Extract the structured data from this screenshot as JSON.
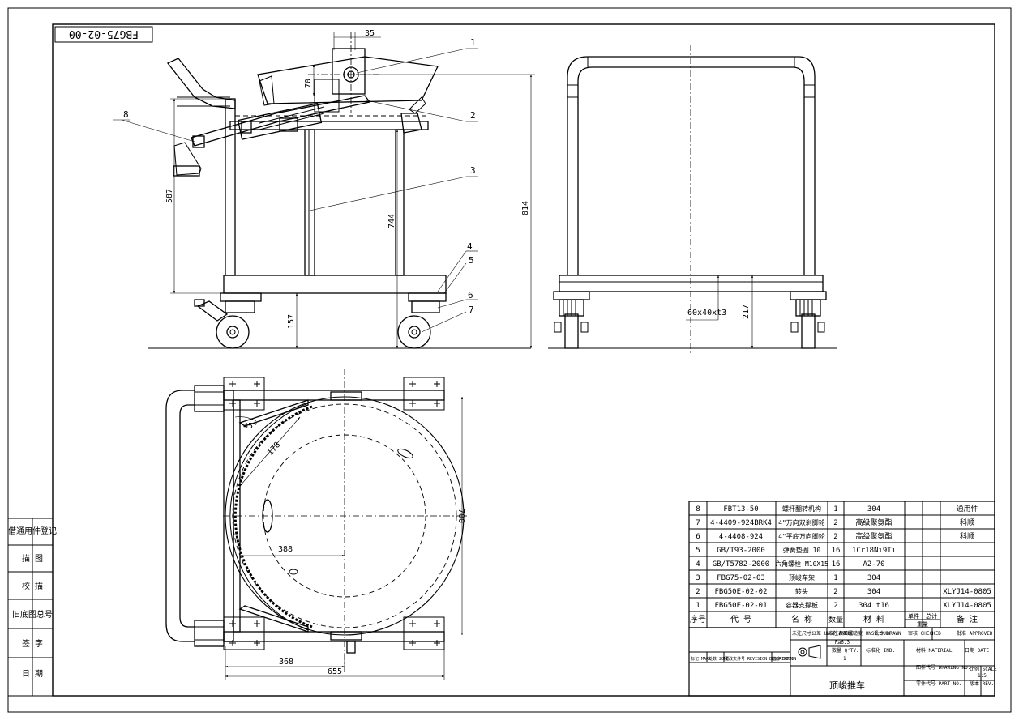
{
  "drawing_number": "FBG75-02-00",
  "title_name": "顶峻推车",
  "side_view": {
    "dims": {
      "d35": "35",
      "d70": "70",
      "d587": "587",
      "d744": "744",
      "d814": "814",
      "d157": "157"
    },
    "balloons": [
      "1",
      "2",
      "3",
      "4",
      "5",
      "6",
      "7",
      "8"
    ]
  },
  "front_view": {
    "dims": {
      "d217": "217",
      "tube": "60x40xt3"
    }
  },
  "top_view": {
    "dims": {
      "angle": "45°",
      "d178": "178",
      "d388": "388",
      "d700": "700",
      "d368": "368",
      "d655": "655"
    }
  },
  "left_strip": [
    "借通用件登记",
    "描 图",
    "校 描",
    "旧底图总号",
    "签 字",
    "日 期"
  ],
  "bom": {
    "headers": [
      "序号",
      "代 号",
      "名 称",
      "数量",
      "材 料",
      "单件",
      "总计",
      "备 注"
    ],
    "weight_label": "重量",
    "rows": [
      {
        "no": "8",
        "code": "FBT13-50",
        "name": "螺杆翻转机构",
        "qty": "1",
        "material": "304",
        "note": "通用件"
      },
      {
        "no": "7",
        "code": "4-4409-924BRK4",
        "name": "4\"万向双刹脚轮",
        "qty": "2",
        "material": "高级聚氨酯",
        "note": "科顺"
      },
      {
        "no": "6",
        "code": "4-4408-924",
        "name": "4\"平底万向脚轮",
        "qty": "2",
        "material": "高级聚氨酯",
        "note": "科顺"
      },
      {
        "no": "5",
        "code": "GB/T93-2000",
        "name": "弹簧垫圈 10",
        "qty": "16",
        "material": "1Cr18Ni9Ti",
        "note": ""
      },
      {
        "no": "4",
        "code": "GB/T5782-2000",
        "name": "六角螺栓 M10X15",
        "qty": "16",
        "material": "A2-70",
        "note": ""
      },
      {
        "no": "3",
        "code": "FBG75-02-03",
        "name": "顶峻车架",
        "qty": "1",
        "material": "304",
        "note": ""
      },
      {
        "no": "2",
        "code": "FBG50E-02-02",
        "name": "转头",
        "qty": "2",
        "material": "304",
        "note": "XLYJ14-0805"
      },
      {
        "no": "1",
        "code": "FBG50E-02-01",
        "name": "容器支撑板",
        "qty": "2",
        "material": "304 t16",
        "note": "XLYJ14-0805"
      }
    ]
  },
  "title_block": {
    "general_tol": "未注尺寸公差 UNSP.ANGLE",
    "surface": "未注表面粗糙度 UNSP.SURF",
    "roughness": "Ra6.3",
    "drawn": "设计 DRAWN",
    "checked": "审核 CHECKED",
    "approved": "批准 APPROVED",
    "qty_label": "数量 Q'TY.",
    "qty_value": "1",
    "ind": "标准化 IND.",
    "material": "材料 MATERIAL",
    "date": "日期 DATE",
    "mark": "标记 MARK",
    "zone": "处数 ZONE",
    "revision": "更改文件号 REVISION DESCRIPTION",
    "sign": "签字 SIGN",
    "drawing_no_label": "图样代号 DRAWING NO.",
    "part_no_label": "零件代号 PART NO.",
    "scale_label": "比例 SCALE",
    "scale_value": "1:5",
    "rev_label": "版本 REV."
  }
}
